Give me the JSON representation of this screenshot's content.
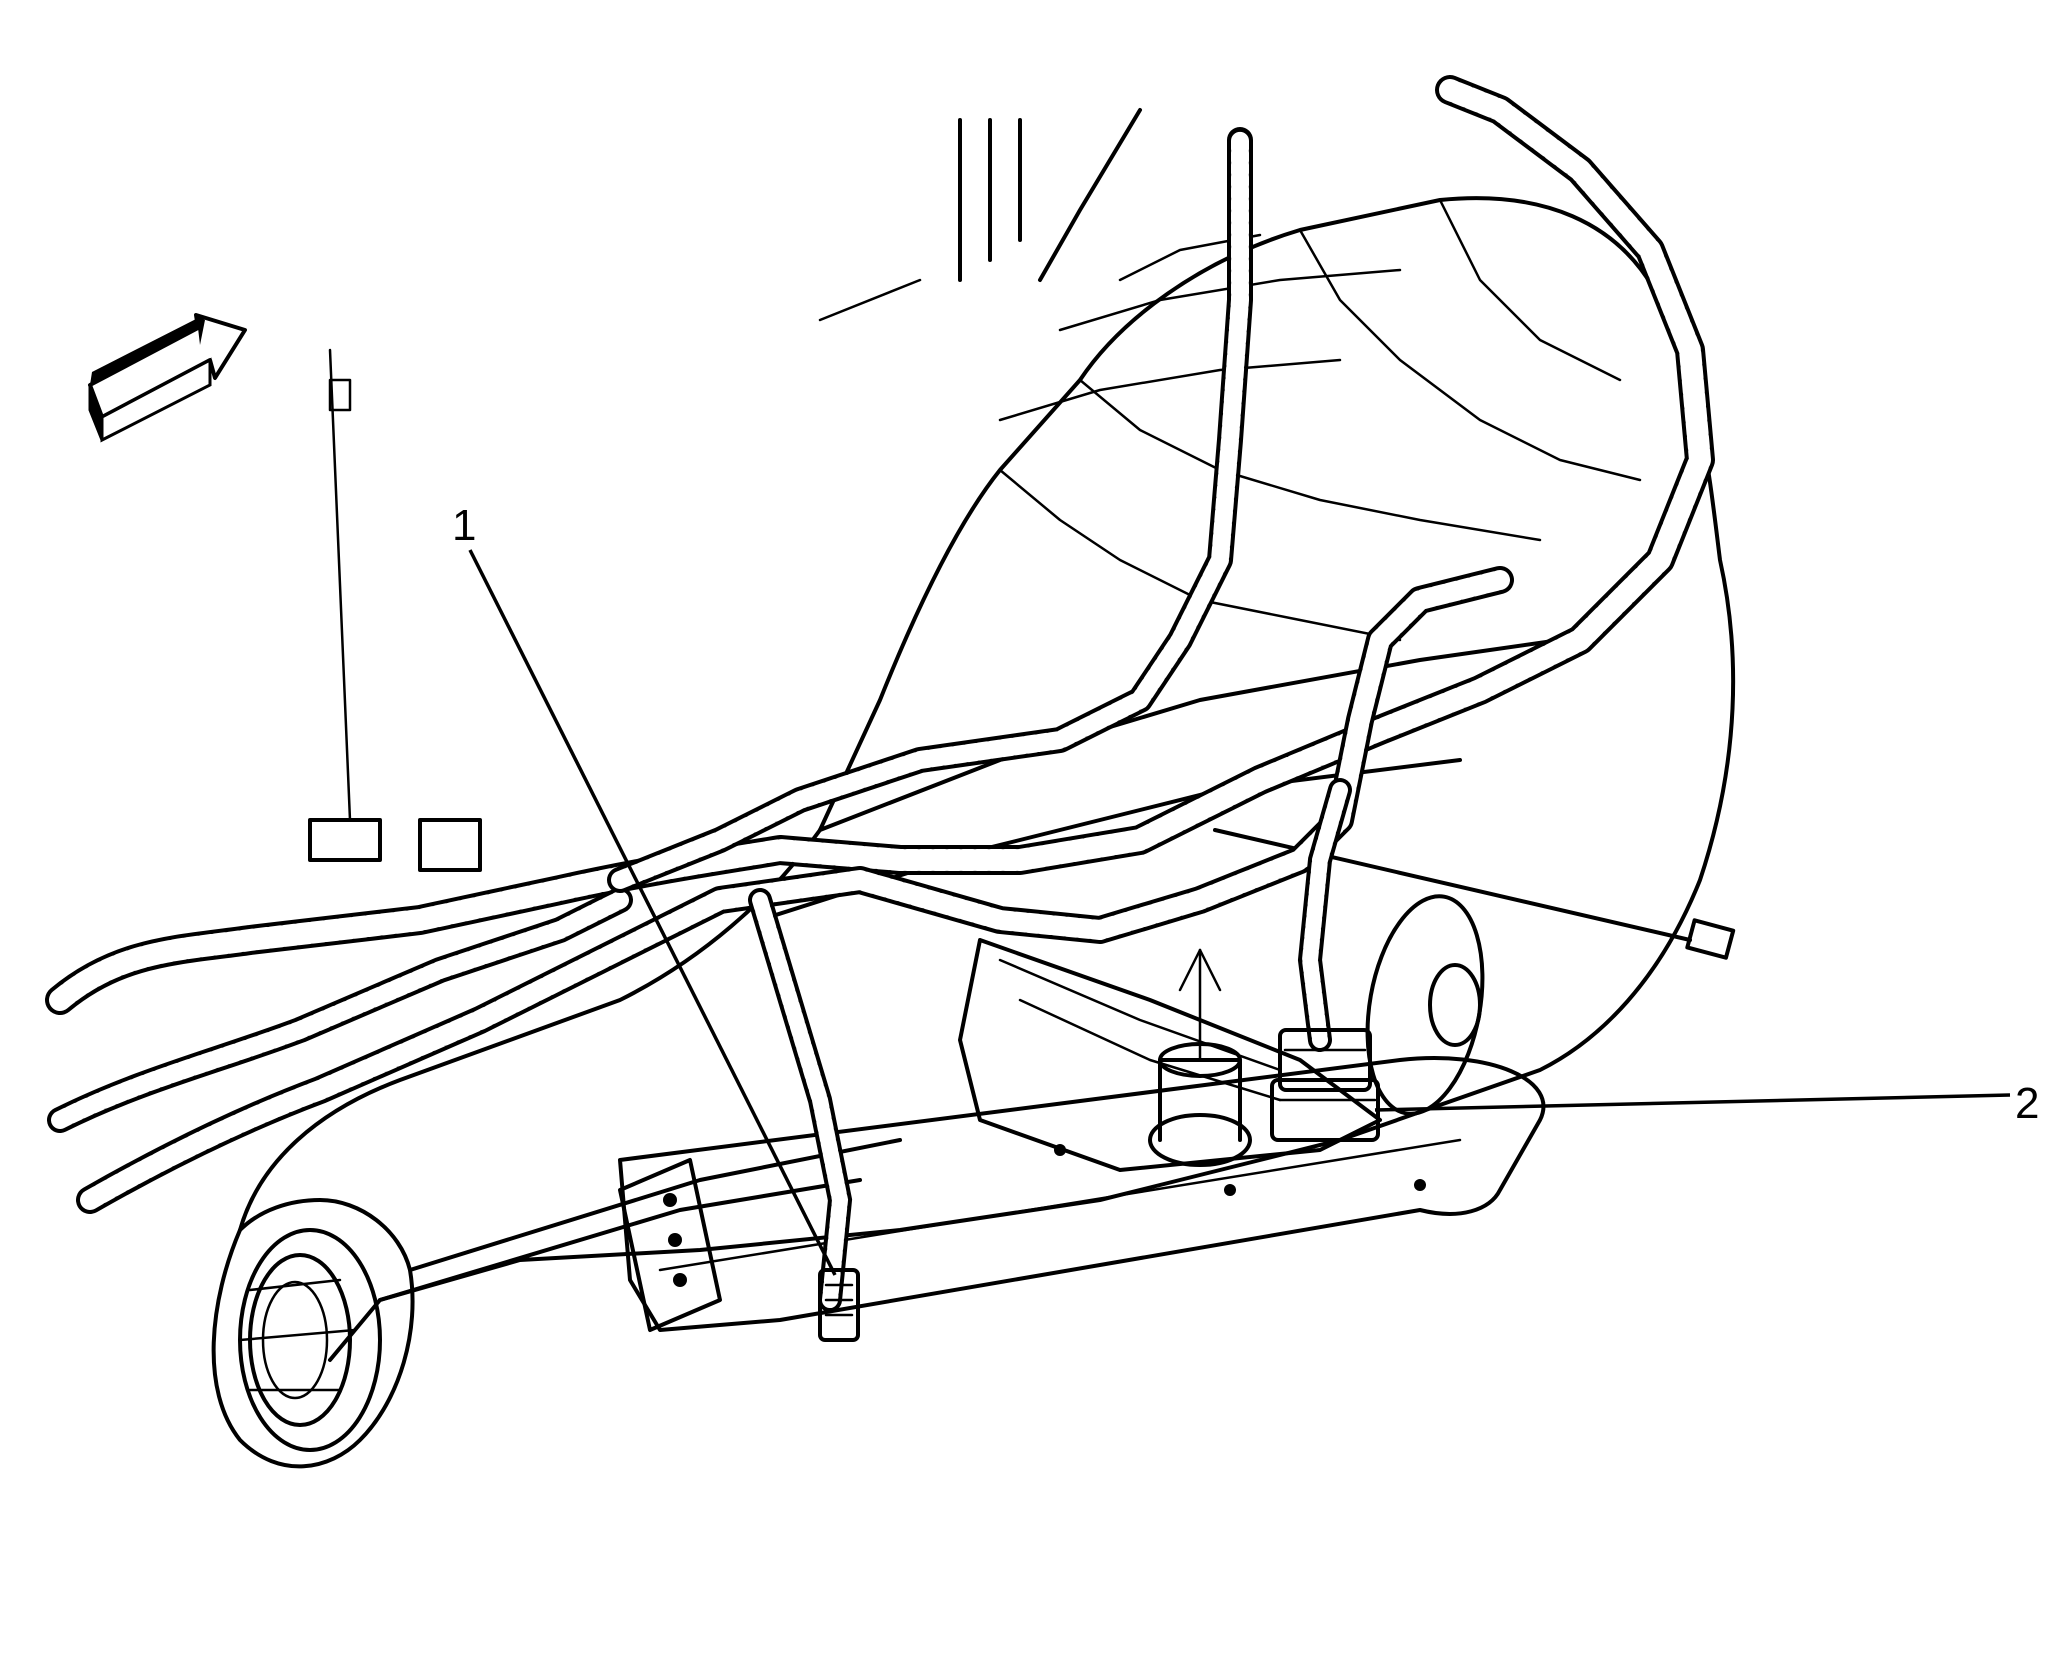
{
  "diagram": {
    "callouts": [
      {
        "id": "1",
        "label": "1"
      },
      {
        "id": "2",
        "label": "2"
      }
    ],
    "icons": {
      "direction_arrow": "front-direction-arrow-icon"
    },
    "colors": {
      "line": "#000000",
      "background": "#ffffff"
    }
  }
}
